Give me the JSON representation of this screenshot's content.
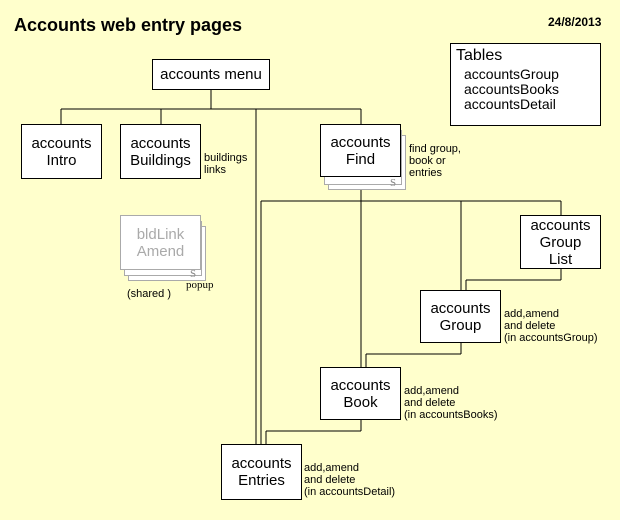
{
  "title": "Accounts web entry pages",
  "date": "24/8/2013",
  "tables": {
    "heading": "Tables",
    "items": [
      "accountsGroup",
      "accountsBooks",
      "accountsDetail"
    ]
  },
  "nodes": {
    "menu": [
      "accounts menu"
    ],
    "intro": [
      "accounts",
      "Intro"
    ],
    "buildings": [
      "accounts",
      "Buildings"
    ],
    "find": [
      "accounts",
      "Find"
    ],
    "bldlink": [
      "bldLink",
      "Amend"
    ],
    "grouplist": [
      "accounts",
      "Group",
      "List"
    ],
    "group": [
      "accounts",
      "Group"
    ],
    "book": [
      "accounts",
      "Book"
    ],
    "entries": [
      "accounts",
      "Entries"
    ]
  },
  "notes": {
    "buildings": [
      "buildings",
      "links"
    ],
    "find": [
      "find group,",
      "book or",
      "entries"
    ],
    "group": [
      "add,amend",
      "and delete",
      "(in accountsGroup)"
    ],
    "book": [
      "add,amend",
      "and delete",
      "(in accountsBooks)"
    ],
    "entries": [
      "add,amend",
      "and delete",
      "(in accountsDetail)"
    ],
    "shared": "(shared )",
    "popup": "popup",
    "s_find": "S",
    "s_bld": "S"
  }
}
